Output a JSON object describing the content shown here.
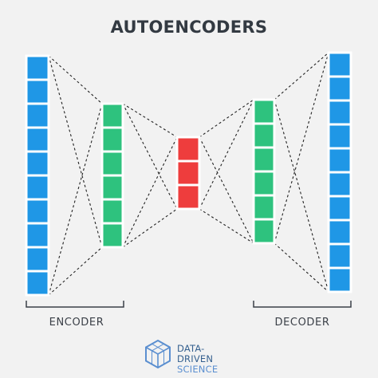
{
  "title": "AUTOENCODERS",
  "encoder_label": "ENCODER",
  "decoder_label": "DECODER",
  "logo": {
    "line1": "DATA-DRIVEN",
    "line2": "SCIENCE"
  },
  "layers": [
    {
      "name": "input",
      "units": 10,
      "color": "#1f97e6"
    },
    {
      "name": "encoder-hidden",
      "units": 6,
      "color": "#2ec27e"
    },
    {
      "name": "bottleneck",
      "units": 3,
      "color": "#ee3d3d"
    },
    {
      "name": "decoder-hidden",
      "units": 6,
      "color": "#2ec27e"
    },
    {
      "name": "output",
      "units": 10,
      "color": "#1f97e6"
    }
  ],
  "colors": {
    "connection": "#222222",
    "bracket": "#3a3f47",
    "logo_dark": "#35608f",
    "logo_light": "#5b8fd0"
  }
}
